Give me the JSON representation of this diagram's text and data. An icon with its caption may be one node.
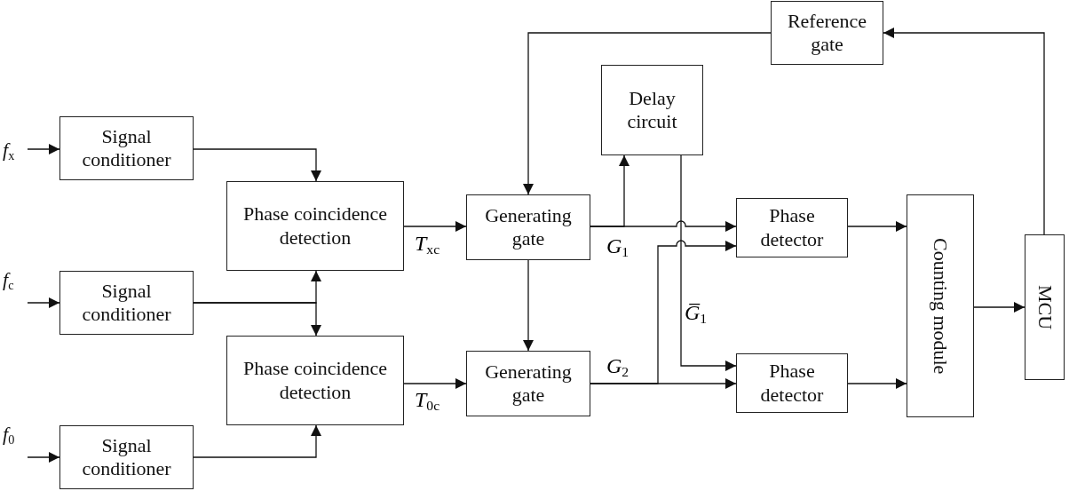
{
  "diagram": {
    "nodes": [
      {
        "text": [
          "*f*$_{x}$"
        ]
      },
      {
        "text": [
          "Signal conditioner"
        ]
      },
      {
        "text": [
          "*f*$_{c}$"
        ]
      },
      {
        "text": [
          "Signal conditioner"
        ]
      },
      {
        "text": [
          "*f*$_{0}$"
        ]
      },
      {
        "text": [
          "Signal conditioner"
        ]
      },
      {
        "text": [
          "Phase coincidence detection"
        ]
      },
      {
        "text": [
          "Phase coincidence detection"
        ]
      },
      {
        "text": [
          "Generating gate"
        ]
      },
      {
        "text": [
          "Generating gate"
        ]
      },
      {
        "text": [
          "Reference gate"
        ]
      },
      {
        "text": [
          "Delay circuit"
        ]
      },
      {
        "text": [
          "Phase detector"
        ]
      },
      {
        "text": [
          "Phase detector"
        ]
      },
      {
        "text": [
          "Counting module"
        ]
      },
      {
        "text": [
          "MCU"
        ]
      }
    ],
    "edges": [
      {
        "from": 0,
        "to": 1,
        "arrow": "to"
      },
      {
        "from": 2,
        "to": 3,
        "arrow": "to"
      },
      {
        "from": 4,
        "to": 5,
        "arrow": "to"
      },
      {
        "from": 1,
        "to": 6,
        "arrow": "to"
      },
      {
        "from": 3,
        "to": 6,
        "arrow": "to"
      },
      {
        "from": 3,
        "to": 7,
        "arrow": "to"
      },
      {
        "from": 5,
        "to": 7,
        "arrow": "to"
      },
      {
        "from": 6,
        "to": 8,
        "arrow": "to",
        "label": "*T*$_{xc}$"
      },
      {
        "from": 7,
        "to": 9,
        "arrow": "to",
        "label": "*T*$_{0c}$"
      },
      {
        "from": 8,
        "to": 9,
        "arrow": "to"
      },
      {
        "from": 10,
        "to": 8,
        "arrow": "to"
      },
      {
        "from": 15,
        "to": 10,
        "arrow": "to"
      },
      {
        "from": 8,
        "to": 11,
        "arrow": "to"
      },
      {
        "from": 8,
        "to": 12,
        "arrow": "to",
        "label": "*G*$_{1}$"
      },
      {
        "from": 11,
        "to": 13,
        "arrow": "to",
        "label": "*G̅*$_{1}$"
      },
      {
        "from": 9,
        "to": 12,
        "arrow": "to"
      },
      {
        "from": 9,
        "to": 13,
        "arrow": "to",
        "label": "*G*$_{2}$"
      },
      {
        "from": 12,
        "to": 14,
        "arrow": "to"
      },
      {
        "from": 13,
        "to": 14,
        "arrow": "to"
      },
      {
        "from": 14,
        "to": 15,
        "arrow": "to"
      }
    ]
  }
}
